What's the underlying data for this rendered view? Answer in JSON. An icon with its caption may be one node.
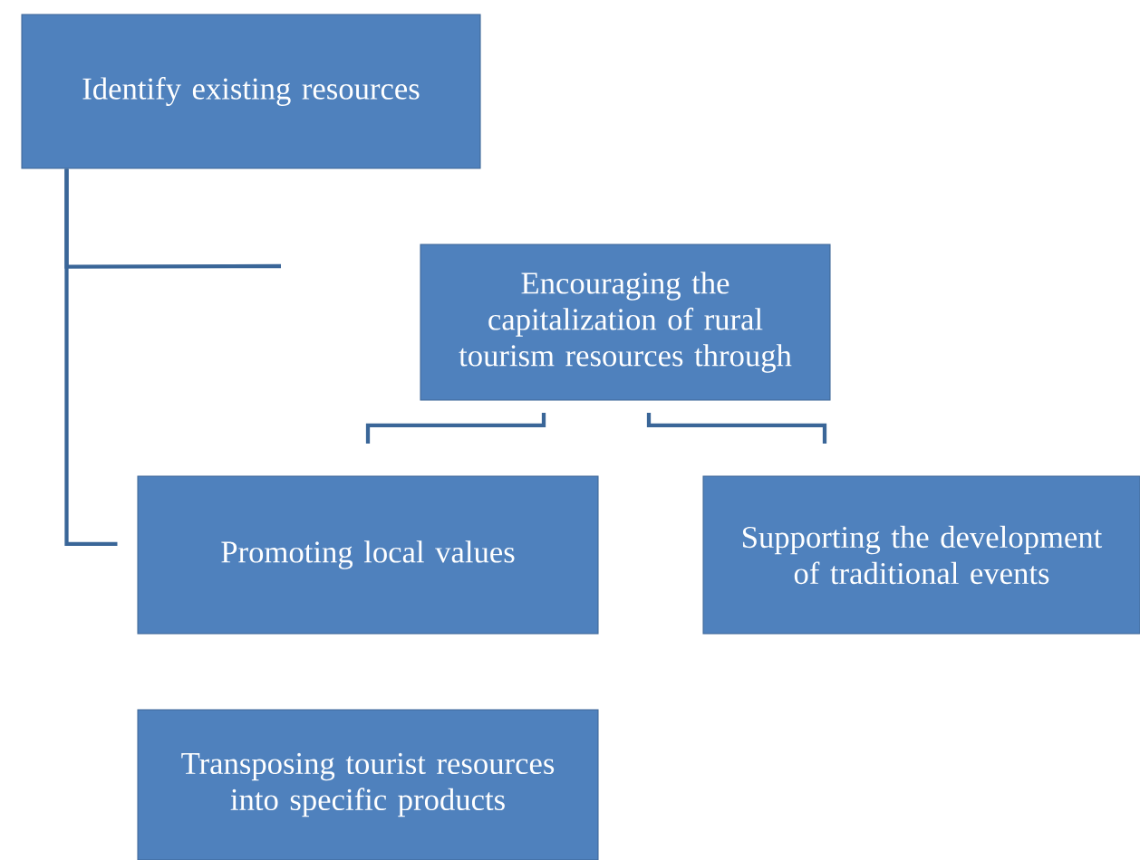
{
  "diagram": {
    "nodes": [
      {
        "text": [
          "Identify existing resources"
        ]
      },
      {
        "text": [
          "Encouraging the capitalization of rural tourism resources through"
        ]
      },
      {
        "text": [
          "Promoting local values"
        ]
      },
      {
        "text": [
          "Supporting the development of traditional events"
        ]
      },
      {
        "text": [
          "Transposing tourist resources into specific products"
        ]
      }
    ],
    "edges": [
      {
        "from": 0,
        "to": null,
        "arrow": "none"
      },
      {
        "from": 0,
        "to": 2,
        "arrow": "none"
      },
      {
        "from": 1,
        "to": 2,
        "arrow": "none"
      },
      {
        "from": 1,
        "to": 3,
        "arrow": "none"
      }
    ]
  }
}
